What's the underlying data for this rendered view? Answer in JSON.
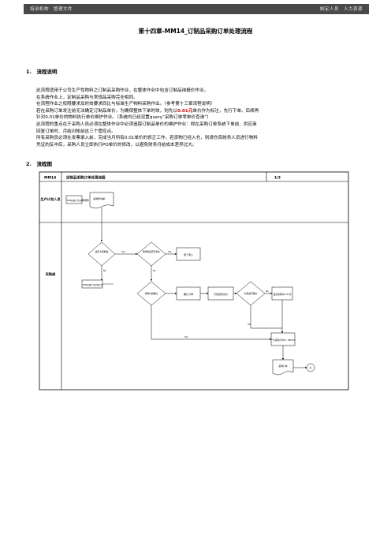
{
  "header": {
    "left": "培训机构　管理文件",
    "right": "制定人员　人力资源"
  },
  "doc_title": "第十四章-MM14_订制品采购订单处理流程",
  "section1": "1.　流程说明",
  "section2": "2.　流程图",
  "para_lines": [
    "此流程适用于公司生产性物料之订制品采购作业，在整体作业中包含订制品询报价作业。",
    "在系统作业上，定制品采购与常规品采购完全相同。",
    "在流程作业之权限要求及时效要求同比与标准生产物料采购作业。（参考第十三章流程说明）",
    "若在采购订单发注前无法确定订制品单价，为确保整体下单时效，则先以",
    "针对0.01单价的物料执行单价维护作业。（系统内已经设置query“采购订单零单价查询”）",
    "此流程的重点在于采购人员必须在整体作业中必须追踪订制品单价的维护作业：即在采购订单系统下单前、供应商",
    "回复订单时、月结对帐前这三个管控点。",
    "所有采购员必须在发票录入前，完成当月所有0.01单价的修正工作，若货物已经入仓，则请仓库帐务人员进行物料",
    "凭证的反冲后，采购人员立即执行PO单价的修改，以避免财务月结成本差异过大。"
  ],
  "para_line4_red": "0.01元",
  "para_line4_tail": "单价作为标注，先行下单。后续再",
  "flow": {
    "code": "MM14",
    "name": "定制品采购订单处理流程",
    "page": "1/3",
    "lane1": "生产计划人员",
    "lane2": "采购部",
    "mrp_note": "MRP运算产生采购申请单",
    "purchase_req": "采购申请单",
    "is_custom": "是否为定制品",
    "has_price": "采购单是否有单价",
    "order_entry": "逐个录入",
    "po_price_confirm": "采购价格确认",
    "confirm_po": "确认订单",
    "negotiate": "与供应商议价",
    "price_ok": "价格是否确认",
    "set_price_001": "设定采购为0.01元",
    "mrp_price_note": "MRP运算产生采购订单",
    "create_po": "产生采购订单PO、ME21N",
    "po_doc": "采购订单",
    "yes": "Yes",
    "no": "No",
    "connector": "A"
  }
}
